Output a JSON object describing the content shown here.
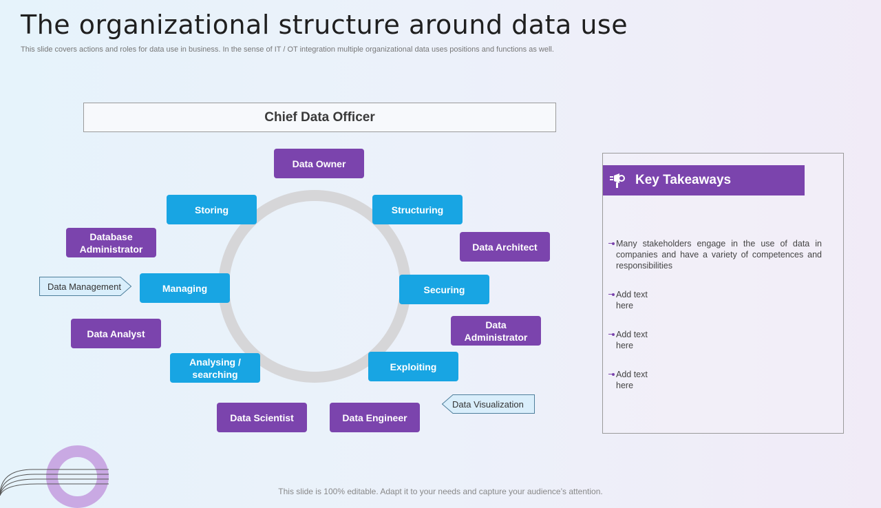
{
  "title": "The organizational structure around data use",
  "subtitle": "This slide covers actions and roles for data use in business. In the sense of IT / OT integration multiple organizational data uses positions and functions as well.",
  "footer": "This slide is 100% editable. Adapt it to your needs and capture your audience’s attention.",
  "chief": "Chief Data Officer",
  "roles": {
    "data_owner": "Data Owner",
    "data_architect": "Data Architect",
    "data_administrator": "Data Administrator",
    "data_engineer": "Data Engineer",
    "data_scientist": "Data Scientist",
    "data_analyst": "Data Analyst",
    "database_administrator": "Database Administrator"
  },
  "functions": {
    "storing": "Storing",
    "structuring": "Structuring",
    "securing": "Securing",
    "exploiting": "Exploiting",
    "analysing": "Analysing / searching",
    "managing": "Managing"
  },
  "tags": {
    "data_management": "Data Management",
    "data_visualization": "Data Visualization"
  },
  "key_takeaways": {
    "heading": "Key Takeaways",
    "items": [
      "Many stakeholders engage in the use of data in companies and have a variety of competences and responsibilities",
      "Add text here",
      "Add text here",
      "Add text here"
    ]
  },
  "colors": {
    "purple": "#7b44ad",
    "blue": "#18a5e3",
    "ring": "#d6d6d8"
  }
}
